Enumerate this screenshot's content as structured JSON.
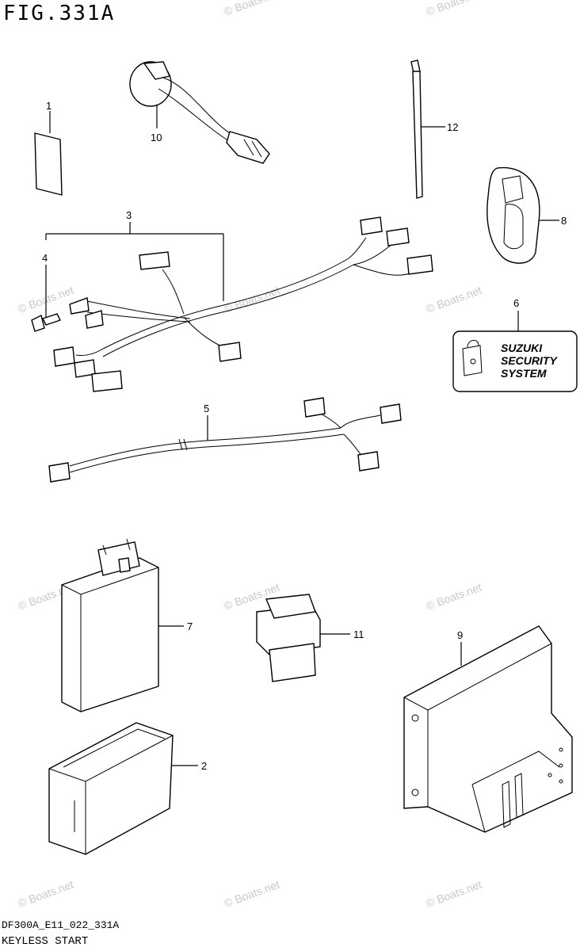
{
  "figure": {
    "title": "FIG.331A",
    "code": "DF300A_E11_022_331A",
    "caption": "KEYLESS START"
  },
  "watermark": "© Boats.net",
  "labels": {
    "callouts": [
      "1",
      "2",
      "3",
      "4",
      "5",
      "6",
      "7",
      "8",
      "9",
      "10",
      "11",
      "12"
    ]
  },
  "security_label": {
    "line1": "SUZUKI",
    "line2": "SECURITY",
    "line3": "SYSTEM"
  }
}
